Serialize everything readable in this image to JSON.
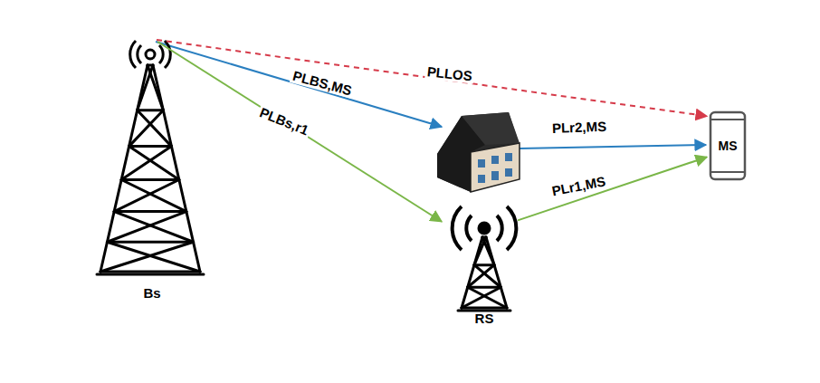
{
  "diagram": {
    "nodes": [
      {
        "text": [
          "Bs"
        ]
      },
      {
        "text": [
          "RS"
        ]
      },
      {
        "text": [
          "MS"
        ]
      }
    ],
    "edges": [
      {
        "from": 0,
        "to": 2,
        "arrow": "to",
        "label": "PLLOS"
      },
      {
        "from": 0,
        "to": 1,
        "arrow": "to",
        "label": "PLBs,r1"
      },
      {
        "from": 1,
        "to": 2,
        "arrow": "to",
        "label": "PLr1,MS"
      }
    ],
    "labels": [
      "PLBS,MS",
      "PLr2,MS"
    ]
  }
}
